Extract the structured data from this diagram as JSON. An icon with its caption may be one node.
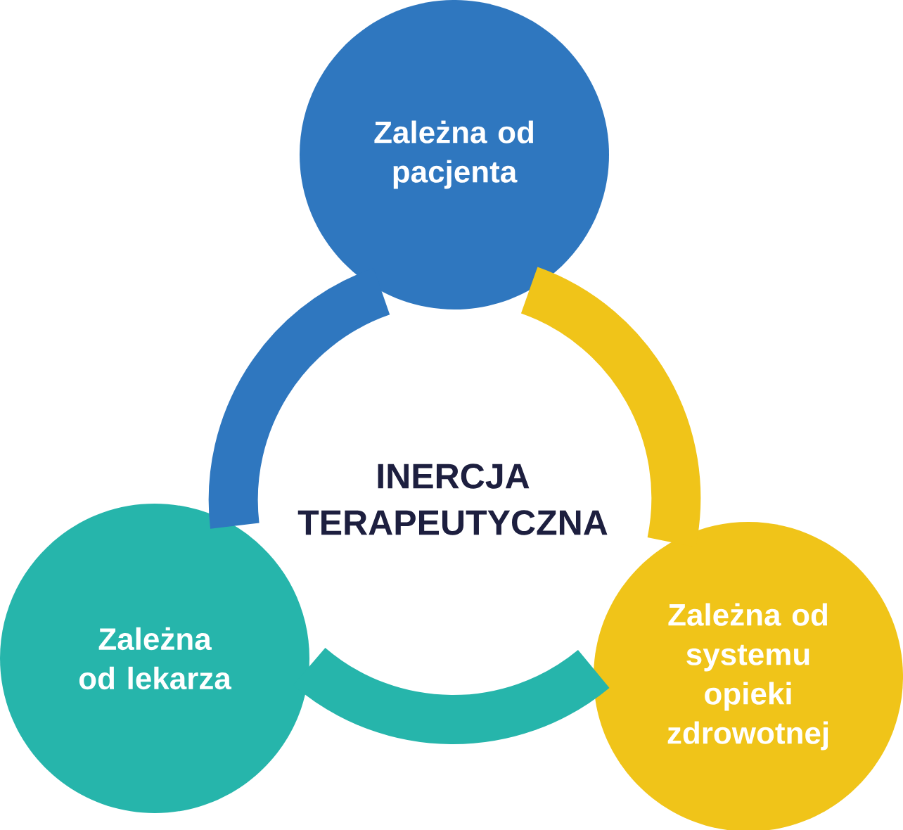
{
  "diagram": {
    "nodes": [
      {
        "text": [
          "Zależna od pacjenta"
        ]
      },
      {
        "text": [
          "INERCJA TERAPEUTYCZNA"
        ]
      },
      {
        "text": [
          "Zależna od lekarza"
        ]
      },
      {
        "text": [
          "Zależna od systemu opieki zdrowotnej"
        ]
      }
    ],
    "edges": [
      {
        "from": 0,
        "to": 2,
        "arrow": "none",
        "color": "#2f77bf"
      },
      {
        "from": 0,
        "to": 3,
        "arrow": "none",
        "color": "#f0c419"
      },
      {
        "from": 2,
        "to": 3,
        "arrow": "none",
        "color": "#26b5ab"
      }
    ]
  }
}
